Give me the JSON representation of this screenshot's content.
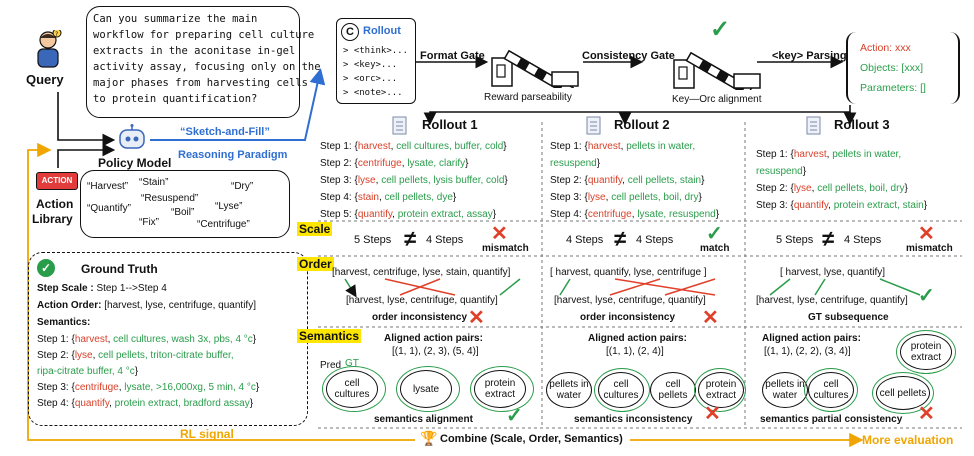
{
  "query": {
    "label": "Query",
    "text": [
      "Can you summarize the main",
      "workflow for preparing cell culture",
      "extracts in the aconitase in-gel",
      "activity assay, focusing only on the",
      "major phases from harvesting cells",
      "to protein quantification?"
    ]
  },
  "policy": {
    "label": "Policy Model",
    "paradigm_line1": "“Sketch-and-Fill”",
    "paradigm_line2": "Reasoning Paradigm"
  },
  "action_library": {
    "label_line1": "Action",
    "label_line2": "Library",
    "badge": "ACTION",
    "words": [
      "“Harvest”",
      "“Stain”",
      "“Dry”",
      "“Resuspend”",
      "“Quantify”",
      "“Lyse”",
      "“Boil”",
      "“Fix”",
      "“Centrifuge”"
    ]
  },
  "ground_truth": {
    "title": "Ground Truth",
    "scale_label": "Step Scale :",
    "scale_value": "Step 1-->Step 4",
    "order_label": "Action Order:",
    "order_value": "[harvest, lyse, centrifuge, quantify]",
    "semantics_label": "Semantics:",
    "steps": [
      {
        "prefix": "Step 1: {",
        "verb": "harvest",
        "rest": "cell cultures, wash 3x, pbs, 4 °c",
        "suffix": "}"
      },
      {
        "prefix": "Step 2: {",
        "verb": "lyse",
        "rest": "cell pellets, triton-citrate buffer,",
        "suffix": ""
      },
      {
        "prefix": "",
        "verb": "",
        "rest": "ripa-citrate buffer, 4 °c",
        "suffix": "}"
      },
      {
        "prefix": "Step 3: {",
        "verb": "centrifuge",
        "rest": "lysate, >16,000xg, 5 min, 4 °c",
        "suffix": "}"
      },
      {
        "prefix": "Step 4: {",
        "verb": "quantify",
        "rest": "protein extract, bradford assay",
        "suffix": "}"
      }
    ]
  },
  "top": {
    "rollout_label": "Rollout",
    "rollout_tags": [
      ">  <think>...",
      ">  <key>...",
      ">  <orc>...",
      ">  <note>..."
    ],
    "format_gate": "Format Gate",
    "reward_parse": "Reward parseability",
    "consistency_gate": "Consistency Gate",
    "key_orc": "Key—Orc alignment",
    "key_parsing": "<key> Parsing",
    "action": "Action: xxx",
    "objects": "Objects: [xxx]",
    "parameters": "Parameters: []"
  },
  "rollouts": [
    {
      "title": "Rollout 1",
      "steps": [
        {
          "label": "Step 1:",
          "verb": "harvest",
          "rest": "cell cultures, buffer, cold"
        },
        {
          "label": "Step 2:",
          "verb": "centrifuge",
          "rest": "lysate, clarify"
        },
        {
          "label": "Step 3:",
          "verb": "lyse",
          "rest": "cell pellets, lysis buffer, cold"
        },
        {
          "label": "Step 4:",
          "verb": "stain",
          "rest": "cell pellets, dye"
        },
        {
          "label": "Step 5:",
          "verb": "quantify",
          "rest": "protein extract, assay"
        }
      ],
      "scale": {
        "left": "5 Steps",
        "right": "4 Steps",
        "verdict": "mismatch"
      },
      "order_pred": "[harvest, centrifuge, lyse, stain, quantify]",
      "order_gt": "[harvest, lyse, centrifuge, quantify]",
      "order_verdict": "order inconsistency",
      "aligned_title": "Aligned action pairs:",
      "aligned_pairs": "[(1, 1), (2, 3), (5, 4)]",
      "ellipses": [
        "cell cultures",
        "lysate",
        "protein extract"
      ],
      "sem_verdict": "semantics alignment"
    },
    {
      "title": "Rollout 2",
      "steps": [
        {
          "label": "Step 1:",
          "verb": "harvest",
          "rest": "pellets in water,"
        },
        {
          "label": "",
          "verb": "",
          "rest": "resuspend"
        },
        {
          "label": "Step 2:",
          "verb": "quantify",
          "rest": "cell pellets, stain"
        },
        {
          "label": "Step 3:",
          "verb": "lyse",
          "rest": "cell pellets, boil, dry"
        },
        {
          "label": "Step 4:",
          "verb": "centrifuge",
          "rest": "lysate, resuspend"
        }
      ],
      "scale": {
        "left": "4 Steps",
        "right": "4 Steps",
        "verdict": "match"
      },
      "order_pred": "[ harvest, quantify, lyse, centrifuge ]",
      "order_gt": "[harvest, lyse, centrifuge, quantify]",
      "order_verdict": "order inconsistency",
      "aligned_title": "Aligned action pairs:",
      "aligned_pairs": "[(1, 1), (2, 4)]",
      "ellipses": [
        "pellets in water",
        "cell cultures",
        "cell pellets",
        "protein extract"
      ],
      "sem_verdict": "semantics inconsistency"
    },
    {
      "title": "Rollout 3",
      "steps": [
        {
          "label": "Step 1:",
          "verb": "harvest",
          "rest": "pellets in water,"
        },
        {
          "label": "",
          "verb": "",
          "rest": "resuspend"
        },
        {
          "label": "Step 2:",
          "verb": "lyse",
          "rest": "cell pellets, boil, dry"
        },
        {
          "label": "Step 3:",
          "verb": "quantify",
          "rest": "protein extract, stain"
        }
      ],
      "scale": {
        "left": "5 Steps",
        "right": "4 Steps",
        "verdict": "mismatch"
      },
      "order_pred": "[ harvest, lyse, quantify]",
      "order_gt": "[harvest, lyse, centrifuge, quantify]",
      "order_verdict": "GT subsequence",
      "aligned_title": "Aligned action pairs:",
      "aligned_pairs": "[(1, 1), (2, 2), (3, 4)]",
      "ellipses": [
        "pellets in water",
        "cell cultures",
        "protein extract",
        "cell pellets"
      ],
      "sem_verdict": "semantics partial consistency"
    }
  ],
  "section_labels": {
    "scale": "Scale",
    "order": "Order",
    "semantics": "Semantics"
  },
  "legend": {
    "pred": "Pred",
    "gt": "GT"
  },
  "bottom": {
    "rl_signal": "RL signal",
    "combine": "Combine (Scale, Order, Semantics)",
    "more_eval": "More evaluation"
  },
  "colors": {
    "red": "#d9412a",
    "green": "#2a9d4b",
    "blue": "#2f6fd1",
    "orange": "#f0a500",
    "highlight": "#ffe600"
  }
}
